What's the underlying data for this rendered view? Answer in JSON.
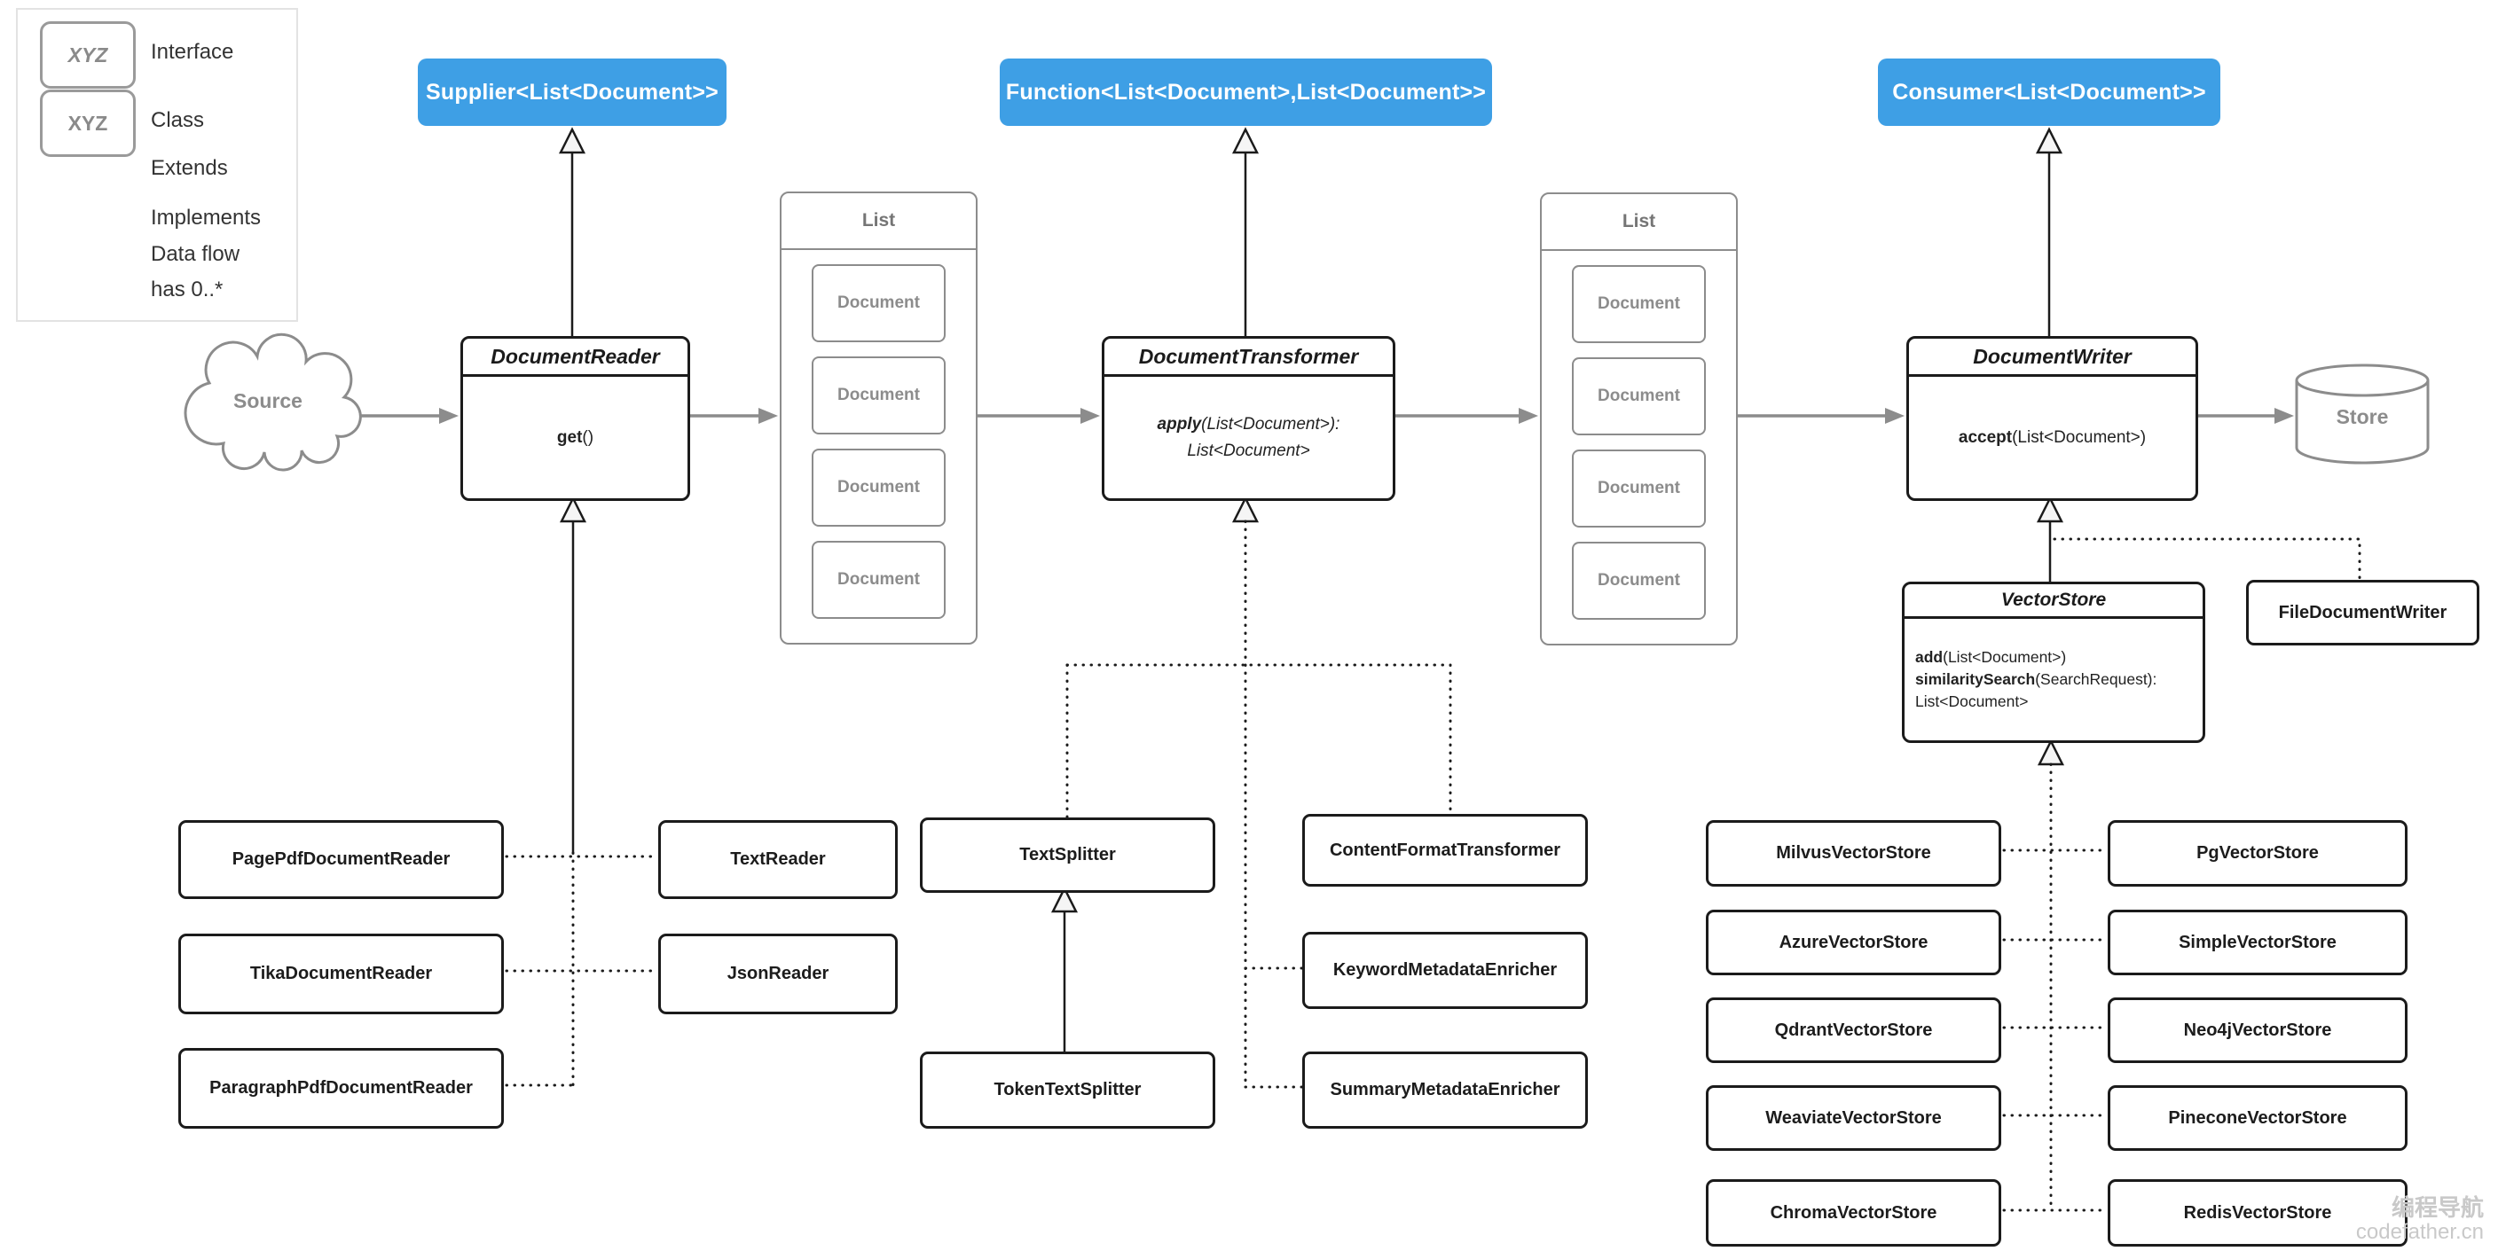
{
  "colors": {
    "accent_blue": "#3e9fe5",
    "stroke_gray": "#8c8c8c",
    "ink": "#1b1b1b"
  },
  "legend": {
    "sample_text": "XYZ",
    "interface_label": "Interface",
    "class_label": "Class",
    "extends_label": "Extends",
    "implements_label": "Implements",
    "data_flow_label": "Data flow",
    "has_label": "has 0..*"
  },
  "pills": {
    "supplier": "Supplier<List<Document>>",
    "function": "Function<List<Document>,List<Document>>",
    "consumer": "Consumer<List<Document>>"
  },
  "source": {
    "label": "Source"
  },
  "store": {
    "label": "Store"
  },
  "interfaces": {
    "document_reader": {
      "title": "DocumentReader",
      "m_bold": "get",
      "m_rest": "()"
    },
    "document_transformer": {
      "title": "DocumentTransformer",
      "m_bold": "apply",
      "m_rest": "(List<Document>):",
      "m_line2": "List<Document>"
    },
    "document_writer": {
      "title": "DocumentWriter",
      "m_bold": "accept",
      "m_rest": "(List<Document>)"
    },
    "vector_store": {
      "title": "VectorStore",
      "m1_bold": "add",
      "m1_rest": "(List<Document>)",
      "m2_bold": "similaritySearch",
      "m2_rest": "(SearchRequest):",
      "m3": "List<Document>"
    }
  },
  "lists": {
    "l1": {
      "title": "List",
      "items": [
        "Document",
        "Document",
        "Document",
        "Document"
      ]
    },
    "l2": {
      "title": "List",
      "items": [
        "Document",
        "Document",
        "Document",
        "Document"
      ]
    }
  },
  "readers": {
    "left": [
      "PagePdfDocumentReader",
      "TikaDocumentReader",
      "ParagraphPdfDocumentReader"
    ],
    "right": [
      "TextReader",
      "JsonReader"
    ]
  },
  "splitters": {
    "parent": "TextSplitter",
    "child": "TokenTextSplitter"
  },
  "transformers": [
    "ContentFormatTransformer",
    "KeywordMetadataEnricher",
    "SummaryMetadataEnricher"
  ],
  "writers": {
    "file": "FileDocumentWriter"
  },
  "vector_stores": {
    "left": [
      "MilvusVectorStore",
      "AzureVectorStore",
      "QdrantVectorStore",
      "WeaviateVectorStore",
      "ChromaVectorStore"
    ],
    "right": [
      "PgVectorStore",
      "SimpleVectorStore",
      "Neo4jVectorStore",
      "PineconeVectorStore",
      "RedisVectorStore"
    ]
  },
  "watermark": {
    "line1": "编程导航",
    "line2": "codefather.cn"
  }
}
